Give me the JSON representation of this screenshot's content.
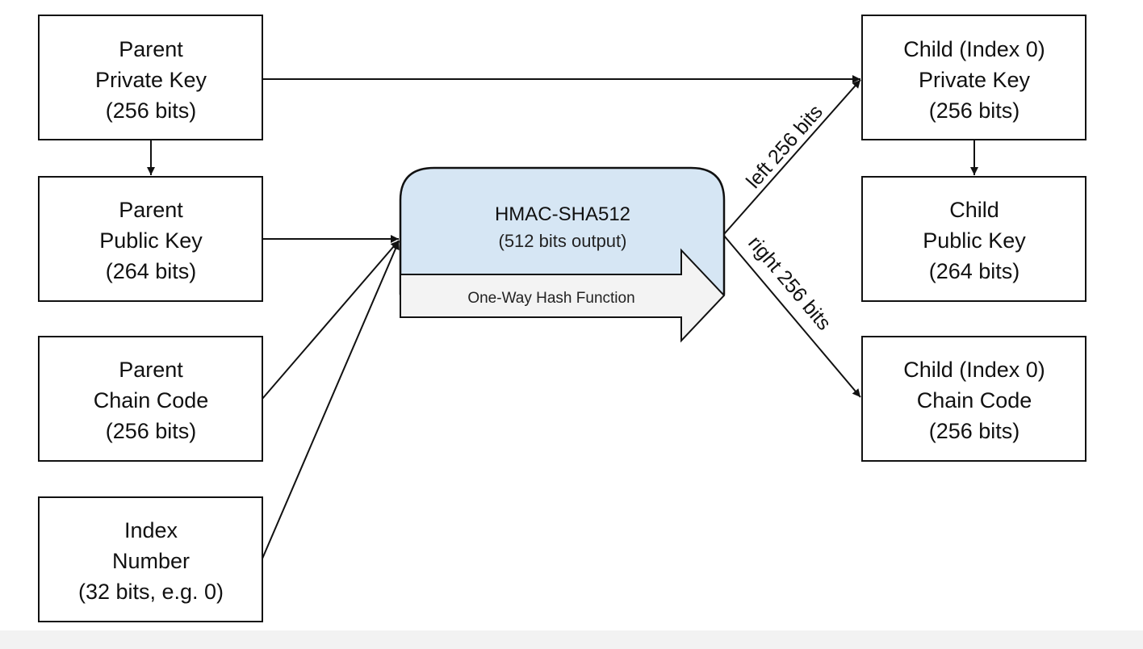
{
  "nodes": {
    "parent_private_key": [
      "Parent",
      "Private Key",
      "(256 bits)"
    ],
    "parent_public_key": [
      "Parent",
      "Public Key",
      "(264 bits)"
    ],
    "parent_chain_code": [
      "Parent",
      "Chain Code",
      "(256 bits)"
    ],
    "index_number": [
      "Index",
      "Number",
      "(32 bits, e.g. 0)"
    ],
    "child_private_key": [
      "Child (Index 0)",
      "Private Key",
      "(256 bits)"
    ],
    "child_public_key": [
      "Child",
      "Public Key",
      "(264 bits)"
    ],
    "child_chain_code": [
      "Child (Index 0)",
      "Chain Code",
      "(256 bits)"
    ]
  },
  "hash_function": {
    "title": "HMAC-SHA512",
    "subtitle": "(512 bits output)",
    "arrow_label": "One-Way Hash Function",
    "fill_color": "#d6e6f4",
    "arrow_color": "#f3f3f3"
  },
  "edges": {
    "left_label": "left 256 bits",
    "right_label": "right 256 bits"
  },
  "colors": {
    "stroke": "#111111",
    "background": "#ffffff",
    "footer": "#f2f2f2"
  }
}
